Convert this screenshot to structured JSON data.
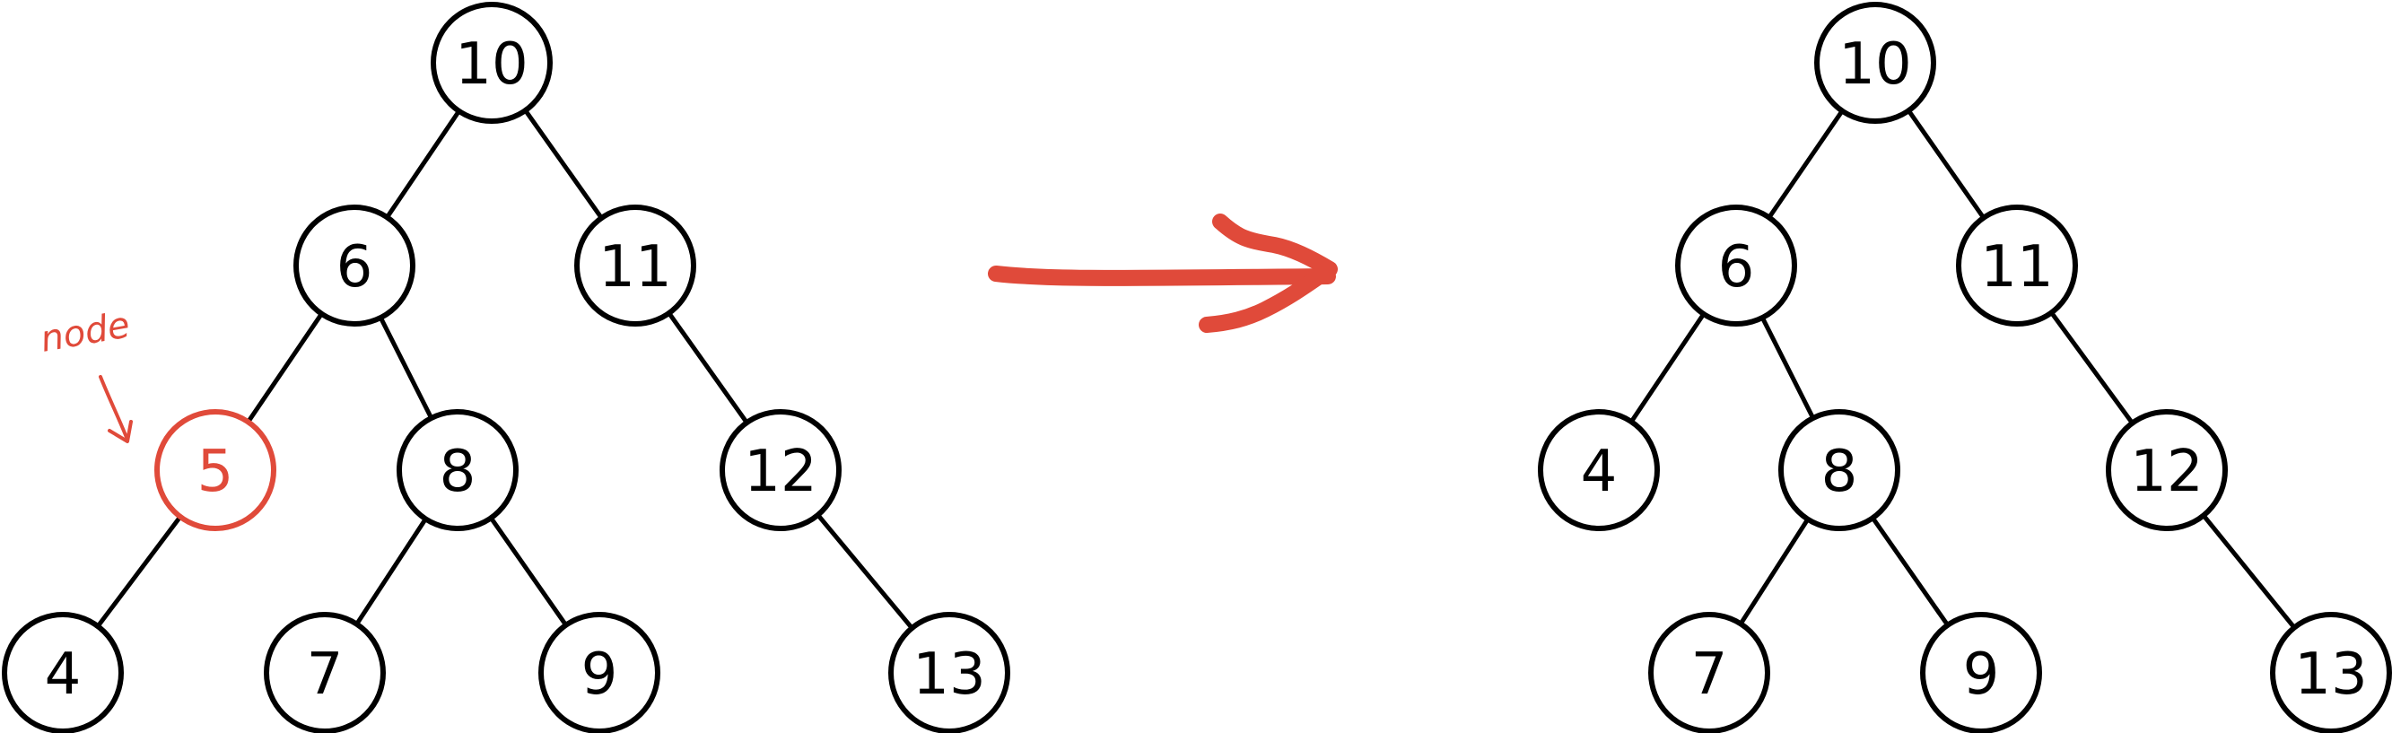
{
  "colors": {
    "ink": "#000000",
    "highlight": "#e04a3a",
    "background": "#ffffff"
  },
  "annotation": {
    "label": "node",
    "target": "5"
  },
  "trees": [
    {
      "id": "before",
      "nodes": [
        {
          "id": "n10",
          "label": "10",
          "highlight": false
        },
        {
          "id": "n6",
          "label": "6",
          "highlight": false
        },
        {
          "id": "n11",
          "label": "11",
          "highlight": false
        },
        {
          "id": "n5",
          "label": "5",
          "highlight": true
        },
        {
          "id": "n8",
          "label": "8",
          "highlight": false
        },
        {
          "id": "n12",
          "label": "12",
          "highlight": false
        },
        {
          "id": "n4",
          "label": "4",
          "highlight": false
        },
        {
          "id": "n7",
          "label": "7",
          "highlight": false
        },
        {
          "id": "n9",
          "label": "9",
          "highlight": false
        },
        {
          "id": "n13",
          "label": "13",
          "highlight": false
        }
      ],
      "edges": [
        [
          "n10",
          "n6"
        ],
        [
          "n10",
          "n11"
        ],
        [
          "n6",
          "n5"
        ],
        [
          "n6",
          "n8"
        ],
        [
          "n11",
          "n12"
        ],
        [
          "n5",
          "n4"
        ],
        [
          "n8",
          "n7"
        ],
        [
          "n8",
          "n9"
        ],
        [
          "n12",
          "n13"
        ]
      ]
    },
    {
      "id": "after",
      "nodes": [
        {
          "id": "n10",
          "label": "10",
          "highlight": false
        },
        {
          "id": "n6",
          "label": "6",
          "highlight": false
        },
        {
          "id": "n11",
          "label": "11",
          "highlight": false
        },
        {
          "id": "n4",
          "label": "4",
          "highlight": false
        },
        {
          "id": "n8",
          "label": "8",
          "highlight": false
        },
        {
          "id": "n12",
          "label": "12",
          "highlight": false
        },
        {
          "id": "n7",
          "label": "7",
          "highlight": false
        },
        {
          "id": "n9",
          "label": "9",
          "highlight": false
        },
        {
          "id": "n13",
          "label": "13",
          "highlight": false
        }
      ],
      "edges": [
        [
          "n10",
          "n6"
        ],
        [
          "n10",
          "n11"
        ],
        [
          "n6",
          "n4"
        ],
        [
          "n6",
          "n8"
        ],
        [
          "n11",
          "n12"
        ],
        [
          "n8",
          "n7"
        ],
        [
          "n8",
          "n9"
        ],
        [
          "n12",
          "n13"
        ]
      ]
    }
  ]
}
